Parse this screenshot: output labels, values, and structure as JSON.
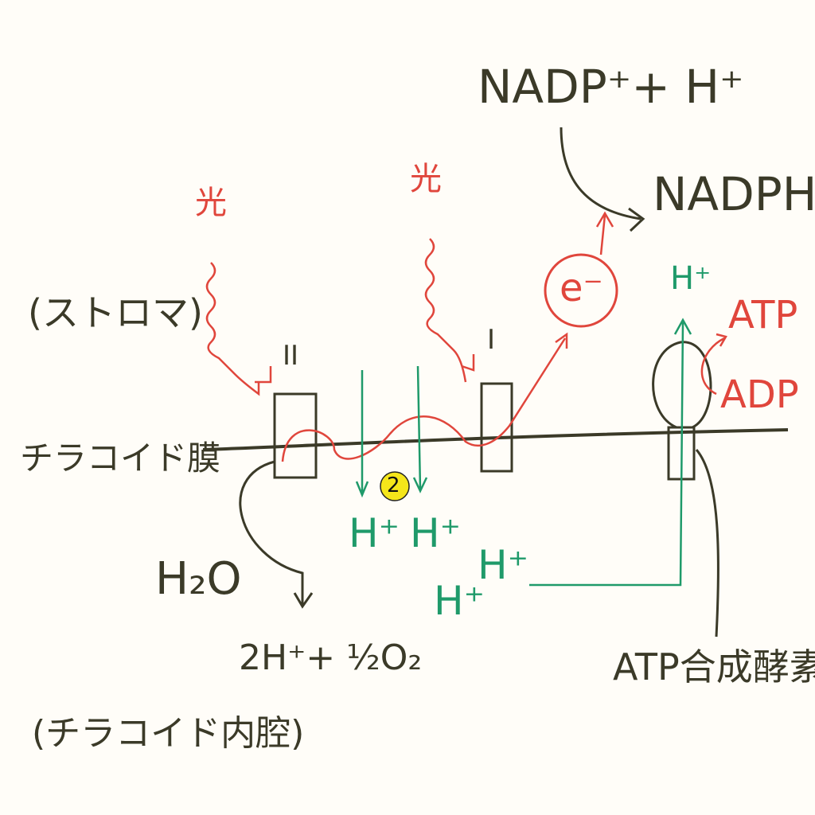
{
  "colors": {
    "ink": "#3b3a28",
    "red": "#e0463c",
    "green": "#1f9a6a",
    "marker": "#f5e61a",
    "paper": "#fffdf8"
  },
  "labels": {
    "nadp": "NADP⁺+ H⁺",
    "nadph": "NADPH",
    "light_left": "光",
    "light_right": "光",
    "stroma": "(ストロマ)",
    "ps2": "II",
    "ps1": "I",
    "electron": "e⁻",
    "h_stroma": "H⁺",
    "atp": "ATP",
    "adp": "ADP",
    "membrane": "チラコイド膜",
    "h2o": "H₂O",
    "water_products": "2H⁺+ ½O₂",
    "lumen": "(チラコイド内腔)",
    "atp_synthase": "ATP合成酵素",
    "h_lumen": [
      "H⁺",
      "H⁺",
      "H⁺",
      "H⁺"
    ],
    "marker": "2"
  }
}
